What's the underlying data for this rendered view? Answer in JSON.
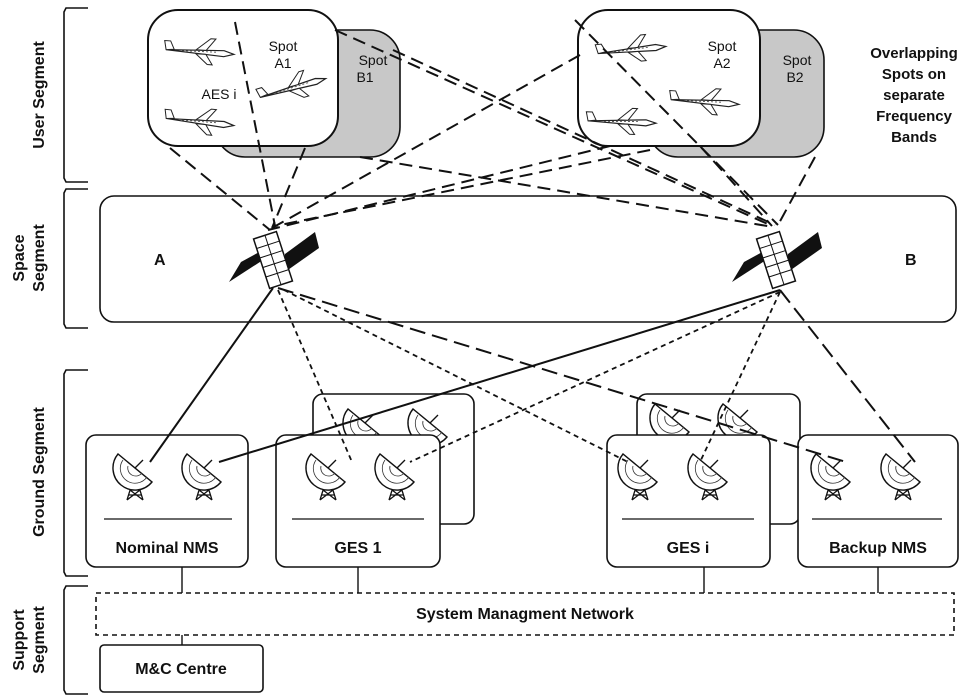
{
  "segments": {
    "user": "User Segment",
    "space_line1": "Space",
    "space_line2": "Segment",
    "ground": "Ground Segment",
    "support_line1": "Support",
    "support_line2": "Segment"
  },
  "spots": {
    "a1_line1": "Spot",
    "a1_line2": "A1",
    "b1_line1": "Spot",
    "b1_line2": "B1",
    "a2_line1": "Spot",
    "a2_line2": "A2",
    "b2_line1": "Spot",
    "b2_line2": "B2",
    "aes": "AES i"
  },
  "note": {
    "line1": "Overlapping",
    "line2": "Spots on",
    "line3": "separate",
    "line4": "Frequency",
    "line5": "Bands"
  },
  "satellites": {
    "a": "A",
    "b": "B"
  },
  "stations": {
    "nominal_nms": "Nominal NMS",
    "ges1": "GES 1",
    "gesi": "GES i",
    "backup_nms": "Backup NMS"
  },
  "support": {
    "network": "System Managment Network",
    "mc_centre": "M&C Centre"
  }
}
